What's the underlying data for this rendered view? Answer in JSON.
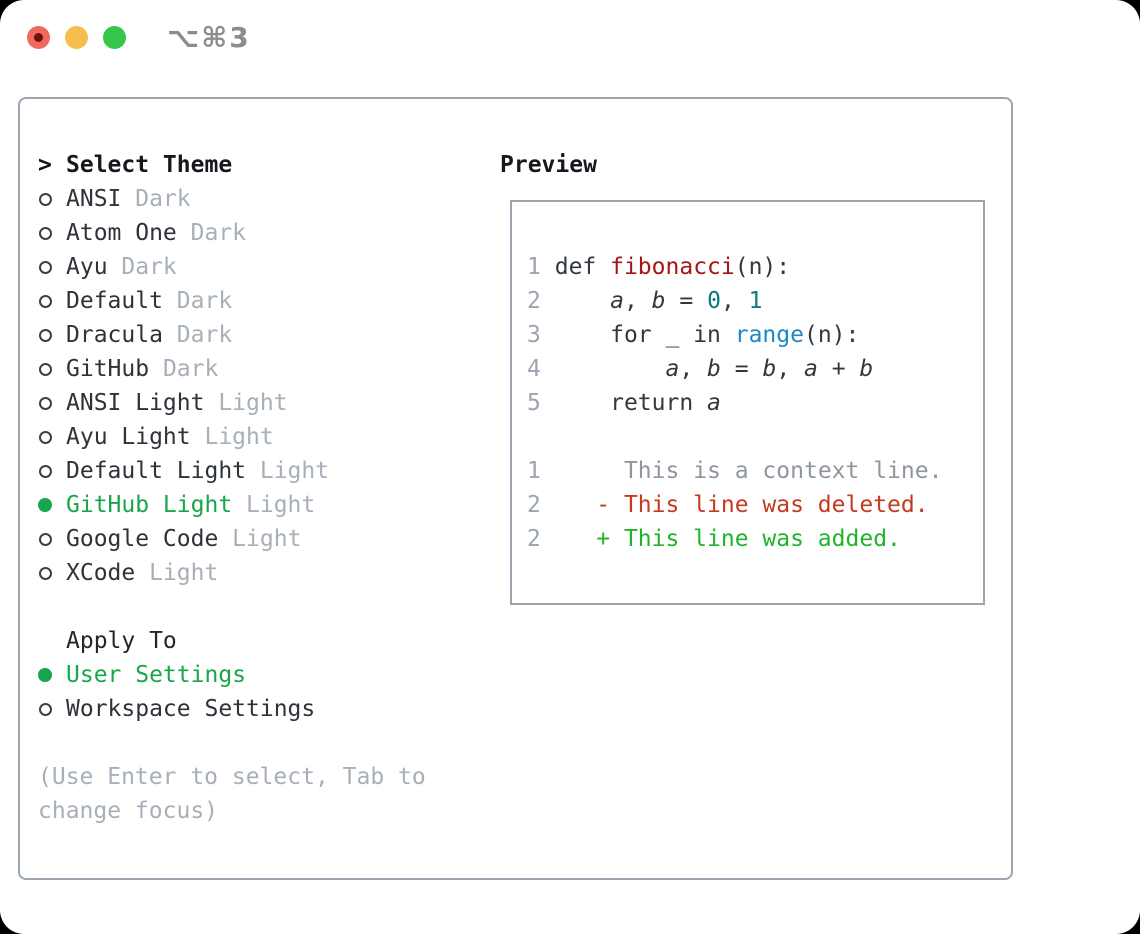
{
  "window": {
    "title_hotkey": "⌥⌘3"
  },
  "theme_picker": {
    "prompt": ">",
    "header": "Select Theme",
    "items": [
      {
        "name": "ANSI",
        "variant": "Dark",
        "selected": false
      },
      {
        "name": "Atom One",
        "variant": "Dark",
        "selected": false
      },
      {
        "name": "Ayu",
        "variant": "Dark",
        "selected": false
      },
      {
        "name": "Default",
        "variant": "Dark",
        "selected": false
      },
      {
        "name": "Dracula",
        "variant": "Dark",
        "selected": false
      },
      {
        "name": "GitHub",
        "variant": "Dark",
        "selected": false
      },
      {
        "name": "ANSI Light",
        "variant": "Light",
        "selected": false
      },
      {
        "name": "Ayu Light",
        "variant": "Light",
        "selected": false
      },
      {
        "name": "Default Light",
        "variant": "Light",
        "selected": false
      },
      {
        "name": "GitHub Light",
        "variant": "Light",
        "selected": true
      },
      {
        "name": "Google Code",
        "variant": "Light",
        "selected": false
      },
      {
        "name": "XCode",
        "variant": "Light",
        "selected": false
      }
    ]
  },
  "apply_to": {
    "header": "Apply To",
    "options": [
      {
        "label": "User Settings",
        "selected": true
      },
      {
        "label": "Workspace Settings",
        "selected": false
      }
    ]
  },
  "hint": "(Use Enter to select, Tab to change focus)",
  "preview": {
    "header": "Preview",
    "lines": [
      {
        "kind": "code",
        "segs": [
          {
            "t": "1",
            "s": "ln"
          },
          {
            "t": " ",
            "s": "p"
          },
          {
            "t": "def ",
            "s": "p"
          },
          {
            "t": "fibonacci",
            "s": "fn"
          },
          {
            "t": "(n):",
            "s": "p"
          }
        ]
      },
      {
        "kind": "code",
        "segs": [
          {
            "t": "2",
            "s": "ln"
          },
          {
            "t": "     ",
            "s": "p"
          },
          {
            "t": "a",
            "s": "var"
          },
          {
            "t": ", ",
            "s": "p"
          },
          {
            "t": "b",
            "s": "var"
          },
          {
            "t": " = ",
            "s": "p"
          },
          {
            "t": "0",
            "s": "num"
          },
          {
            "t": ", ",
            "s": "p"
          },
          {
            "t": "1",
            "s": "num"
          }
        ]
      },
      {
        "kind": "code",
        "segs": [
          {
            "t": "3",
            "s": "ln"
          },
          {
            "t": "     ",
            "s": "p"
          },
          {
            "t": "for _ in ",
            "s": "p"
          },
          {
            "t": "range",
            "s": "bi"
          },
          {
            "t": "(n):",
            "s": "p"
          }
        ]
      },
      {
        "kind": "code",
        "segs": [
          {
            "t": "4",
            "s": "ln"
          },
          {
            "t": "         ",
            "s": "p"
          },
          {
            "t": "a",
            "s": "var"
          },
          {
            "t": ", ",
            "s": "p"
          },
          {
            "t": "b",
            "s": "var"
          },
          {
            "t": " = ",
            "s": "p"
          },
          {
            "t": "b",
            "s": "var"
          },
          {
            "t": ", ",
            "s": "p"
          },
          {
            "t": "a",
            "s": "var"
          },
          {
            "t": " + ",
            "s": "p"
          },
          {
            "t": "b",
            "s": "var"
          }
        ]
      },
      {
        "kind": "code",
        "segs": [
          {
            "t": "5",
            "s": "ln"
          },
          {
            "t": "     ",
            "s": "p"
          },
          {
            "t": "return ",
            "s": "p"
          },
          {
            "t": "a",
            "s": "var"
          }
        ]
      },
      {
        "kind": "blank",
        "segs": []
      },
      {
        "kind": "diff-context",
        "segs": [
          {
            "t": "1",
            "s": "ln"
          },
          {
            "t": "      ",
            "s": "p"
          },
          {
            "t": "This is a context line.",
            "s": "ctx"
          }
        ]
      },
      {
        "kind": "diff-deleted",
        "segs": [
          {
            "t": "2",
            "s": "ln"
          },
          {
            "t": "    ",
            "s": "p"
          },
          {
            "t": "- This line was deleted.",
            "s": "del"
          }
        ]
      },
      {
        "kind": "diff-added",
        "segs": [
          {
            "t": "2",
            "s": "ln"
          },
          {
            "t": "    ",
            "s": "p"
          },
          {
            "t": "+ This line was added.",
            "s": "add"
          }
        ]
      }
    ]
  },
  "colors": {
    "accent_green": "#17a74a",
    "diff_deleted_red": "#c53a20",
    "diff_added_green": "#20b42c",
    "function_red": "#a41616",
    "number_teal": "#0b7a7e",
    "builtin_blue": "#1d87c9",
    "muted_gray": "#a7afb9",
    "border_gray": "#9ba5b0",
    "traffic_red": "#ee6a5e",
    "traffic_yellow": "#f5bf4e",
    "traffic_green": "#37c64c"
  }
}
